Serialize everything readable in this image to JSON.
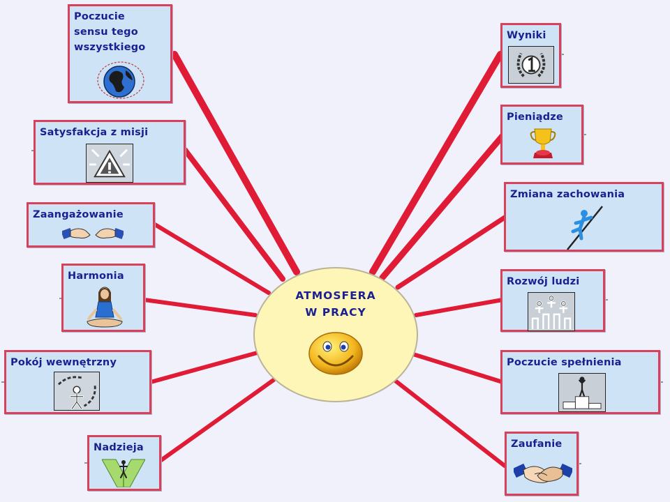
{
  "center": {
    "line1": "ATMOSFERA",
    "line2": "W PRACY",
    "icon": "smiley-icon"
  },
  "nodes_left": [
    {
      "line1": "Poczucie",
      "line2": "sensu tego",
      "line3": "wszystkiego",
      "icon": "globe-icon"
    },
    {
      "label": "Satysfakcja z misji",
      "icon": "warning-triangle-icon"
    },
    {
      "label": "Zaangażowanie",
      "icon": "handshake-hands-icon"
    },
    {
      "label": "Harmonia",
      "icon": "meditating-woman-icon"
    },
    {
      "label": "Pokój wewnętrzny",
      "icon": "broken-chain-icon"
    },
    {
      "label": "Nadzieja",
      "icon": "person-on-path-icon"
    }
  ],
  "nodes_right": [
    {
      "label": "Wyniki",
      "icon": "laurel-number-one-icon"
    },
    {
      "label": "Pieniądze",
      "icon": "trophy-icon"
    },
    {
      "label": "Zmiana zachowania",
      "icon": "climbing-person-icon"
    },
    {
      "label": "Rozwój ludzi",
      "icon": "people-group-icon"
    },
    {
      "label": "Poczucie spełnienia",
      "icon": "winner-podium-icon"
    },
    {
      "label": "Zaufanie",
      "icon": "handshake-icon"
    }
  ],
  "colors": {
    "background": "#f1f1fb",
    "node_fill": "#cfe3f7",
    "node_border": "#d9415a",
    "connector": "#e01b35",
    "text": "#1b1f8f",
    "center_fill": "#fdf6b7"
  }
}
